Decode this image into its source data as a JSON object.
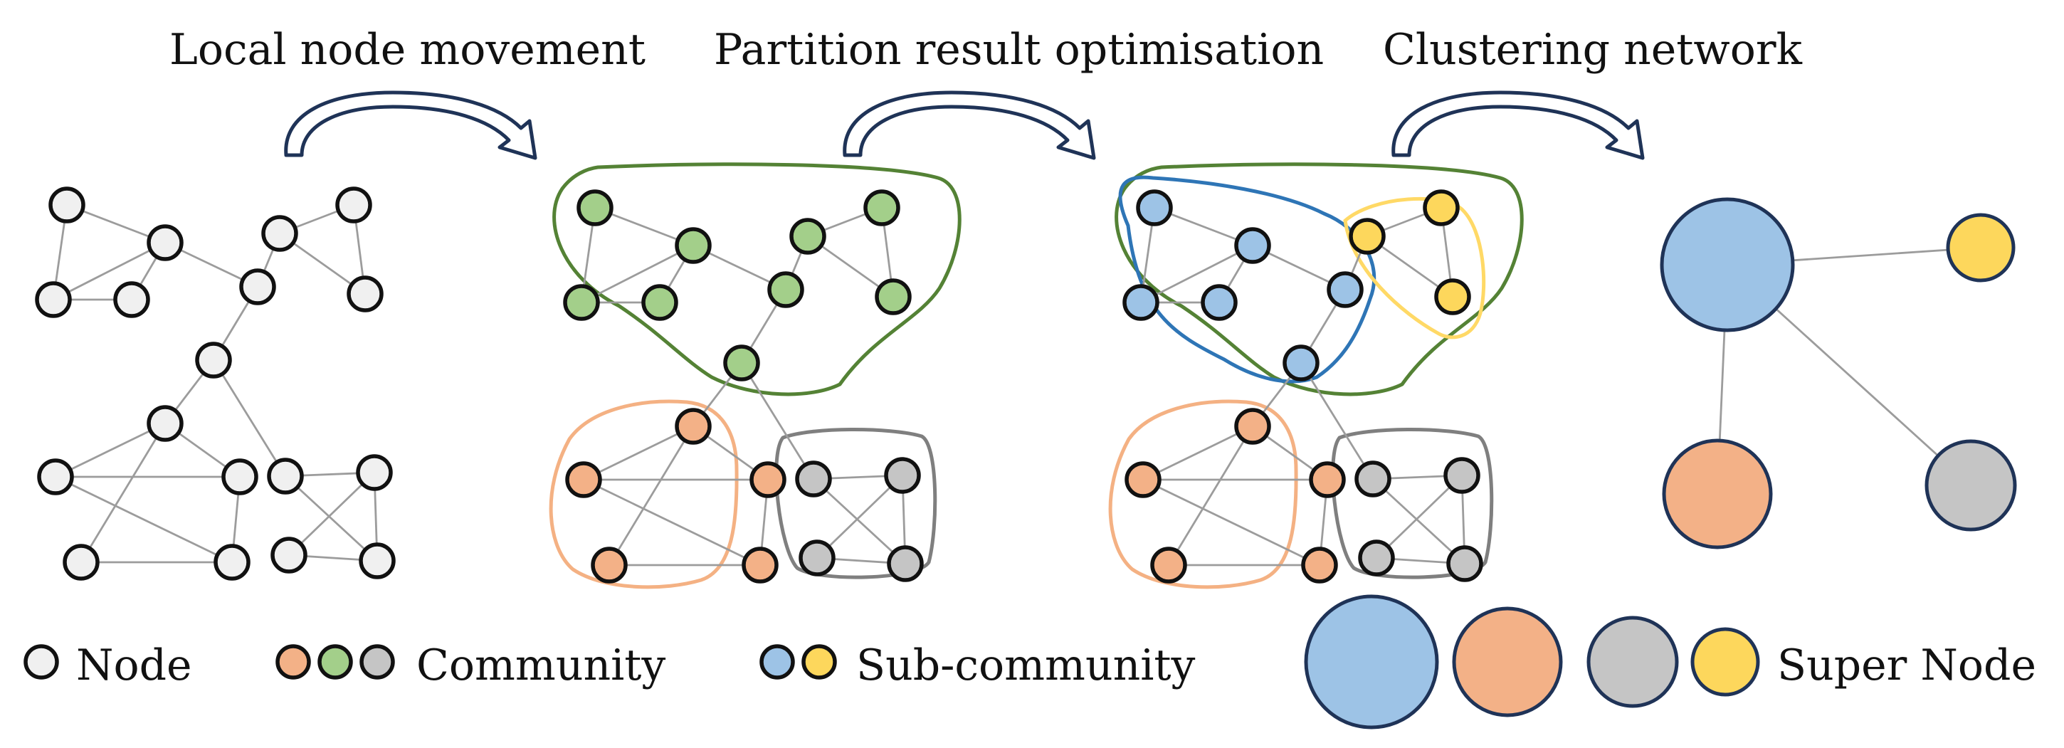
{
  "stage_titles": {
    "stage1": "Local node movement",
    "stage2": "Partition result optimisation",
    "stage3": "Clustering network"
  },
  "legend": {
    "node": "Node",
    "community": "Community",
    "sub_community": "Sub-community",
    "super_node": "Super Node"
  },
  "colors": {
    "plain_node": "#f0f0f0",
    "green": "#a3cf8a",
    "orange": "#f3b187",
    "gray": "#c5c5c5",
    "blue": "#9dc3e6",
    "yellow": "#fdd75c",
    "green_outline": "#548235",
    "orange_outline": "#f4b183",
    "gray_outline": "#7f7f7f",
    "blue_outline": "#2e75b6",
    "yellow_outline": "#ffd966",
    "arrow_outline": "#1f3357"
  },
  "graph": {
    "nodes": [
      {
        "id": "n1",
        "community": "green",
        "sub": "blue"
      },
      {
        "id": "n2",
        "community": "green",
        "sub": "blue"
      },
      {
        "id": "n3",
        "community": "green",
        "sub": "blue"
      },
      {
        "id": "n4",
        "community": "green",
        "sub": "blue"
      },
      {
        "id": "n5",
        "community": "green",
        "sub": "yellow"
      },
      {
        "id": "n6",
        "community": "green",
        "sub": "yellow"
      },
      {
        "id": "n7",
        "community": "green",
        "sub": "yellow"
      },
      {
        "id": "n8",
        "community": "green",
        "sub": "blue"
      },
      {
        "id": "n9",
        "community": "green",
        "sub": "blue"
      },
      {
        "id": "o1",
        "community": "orange",
        "sub": "orange"
      },
      {
        "id": "o2",
        "community": "orange",
        "sub": "orange"
      },
      {
        "id": "o3",
        "community": "orange",
        "sub": "orange"
      },
      {
        "id": "o4",
        "community": "orange",
        "sub": "orange"
      },
      {
        "id": "o5",
        "community": "orange",
        "sub": "orange"
      },
      {
        "id": "g1",
        "community": "gray",
        "sub": "gray"
      },
      {
        "id": "g2",
        "community": "gray",
        "sub": "gray"
      },
      {
        "id": "g3",
        "community": "gray",
        "sub": "gray"
      },
      {
        "id": "g4",
        "community": "gray",
        "sub": "gray"
      }
    ],
    "edges": [
      [
        "n1",
        "n2"
      ],
      [
        "n1",
        "n3"
      ],
      [
        "n2",
        "n3"
      ],
      [
        "n2",
        "n4"
      ],
      [
        "n3",
        "n4"
      ],
      [
        "n2",
        "n8"
      ],
      [
        "n5",
        "n6"
      ],
      [
        "n5",
        "n7"
      ],
      [
        "n6",
        "n7"
      ],
      [
        "n5",
        "n8"
      ],
      [
        "n8",
        "n9"
      ],
      [
        "n9",
        "o1"
      ],
      [
        "n9",
        "g1"
      ],
      [
        "o1",
        "o2"
      ],
      [
        "o1",
        "o3"
      ],
      [
        "o1",
        "o5"
      ],
      [
        "o2",
        "o3"
      ],
      [
        "o2",
        "o4"
      ],
      [
        "o3",
        "o4"
      ],
      [
        "o4",
        "o5"
      ],
      [
        "g1",
        "g2"
      ],
      [
        "g1",
        "g3"
      ],
      [
        "g2",
        "g3"
      ],
      [
        "g2",
        "g4"
      ],
      [
        "g3",
        "g4"
      ]
    ]
  },
  "super_network": {
    "nodes": [
      "blue",
      "yellow",
      "orange",
      "gray"
    ],
    "edges": [
      [
        "blue",
        "yellow"
      ],
      [
        "blue",
        "orange"
      ],
      [
        "blue",
        "gray"
      ]
    ]
  },
  "legend_community_colors": [
    "orange",
    "green",
    "gray"
  ],
  "legend_sub_colors": [
    "blue",
    "yellow"
  ],
  "legend_super_colors": [
    "blue",
    "orange",
    "gray",
    "yellow"
  ]
}
